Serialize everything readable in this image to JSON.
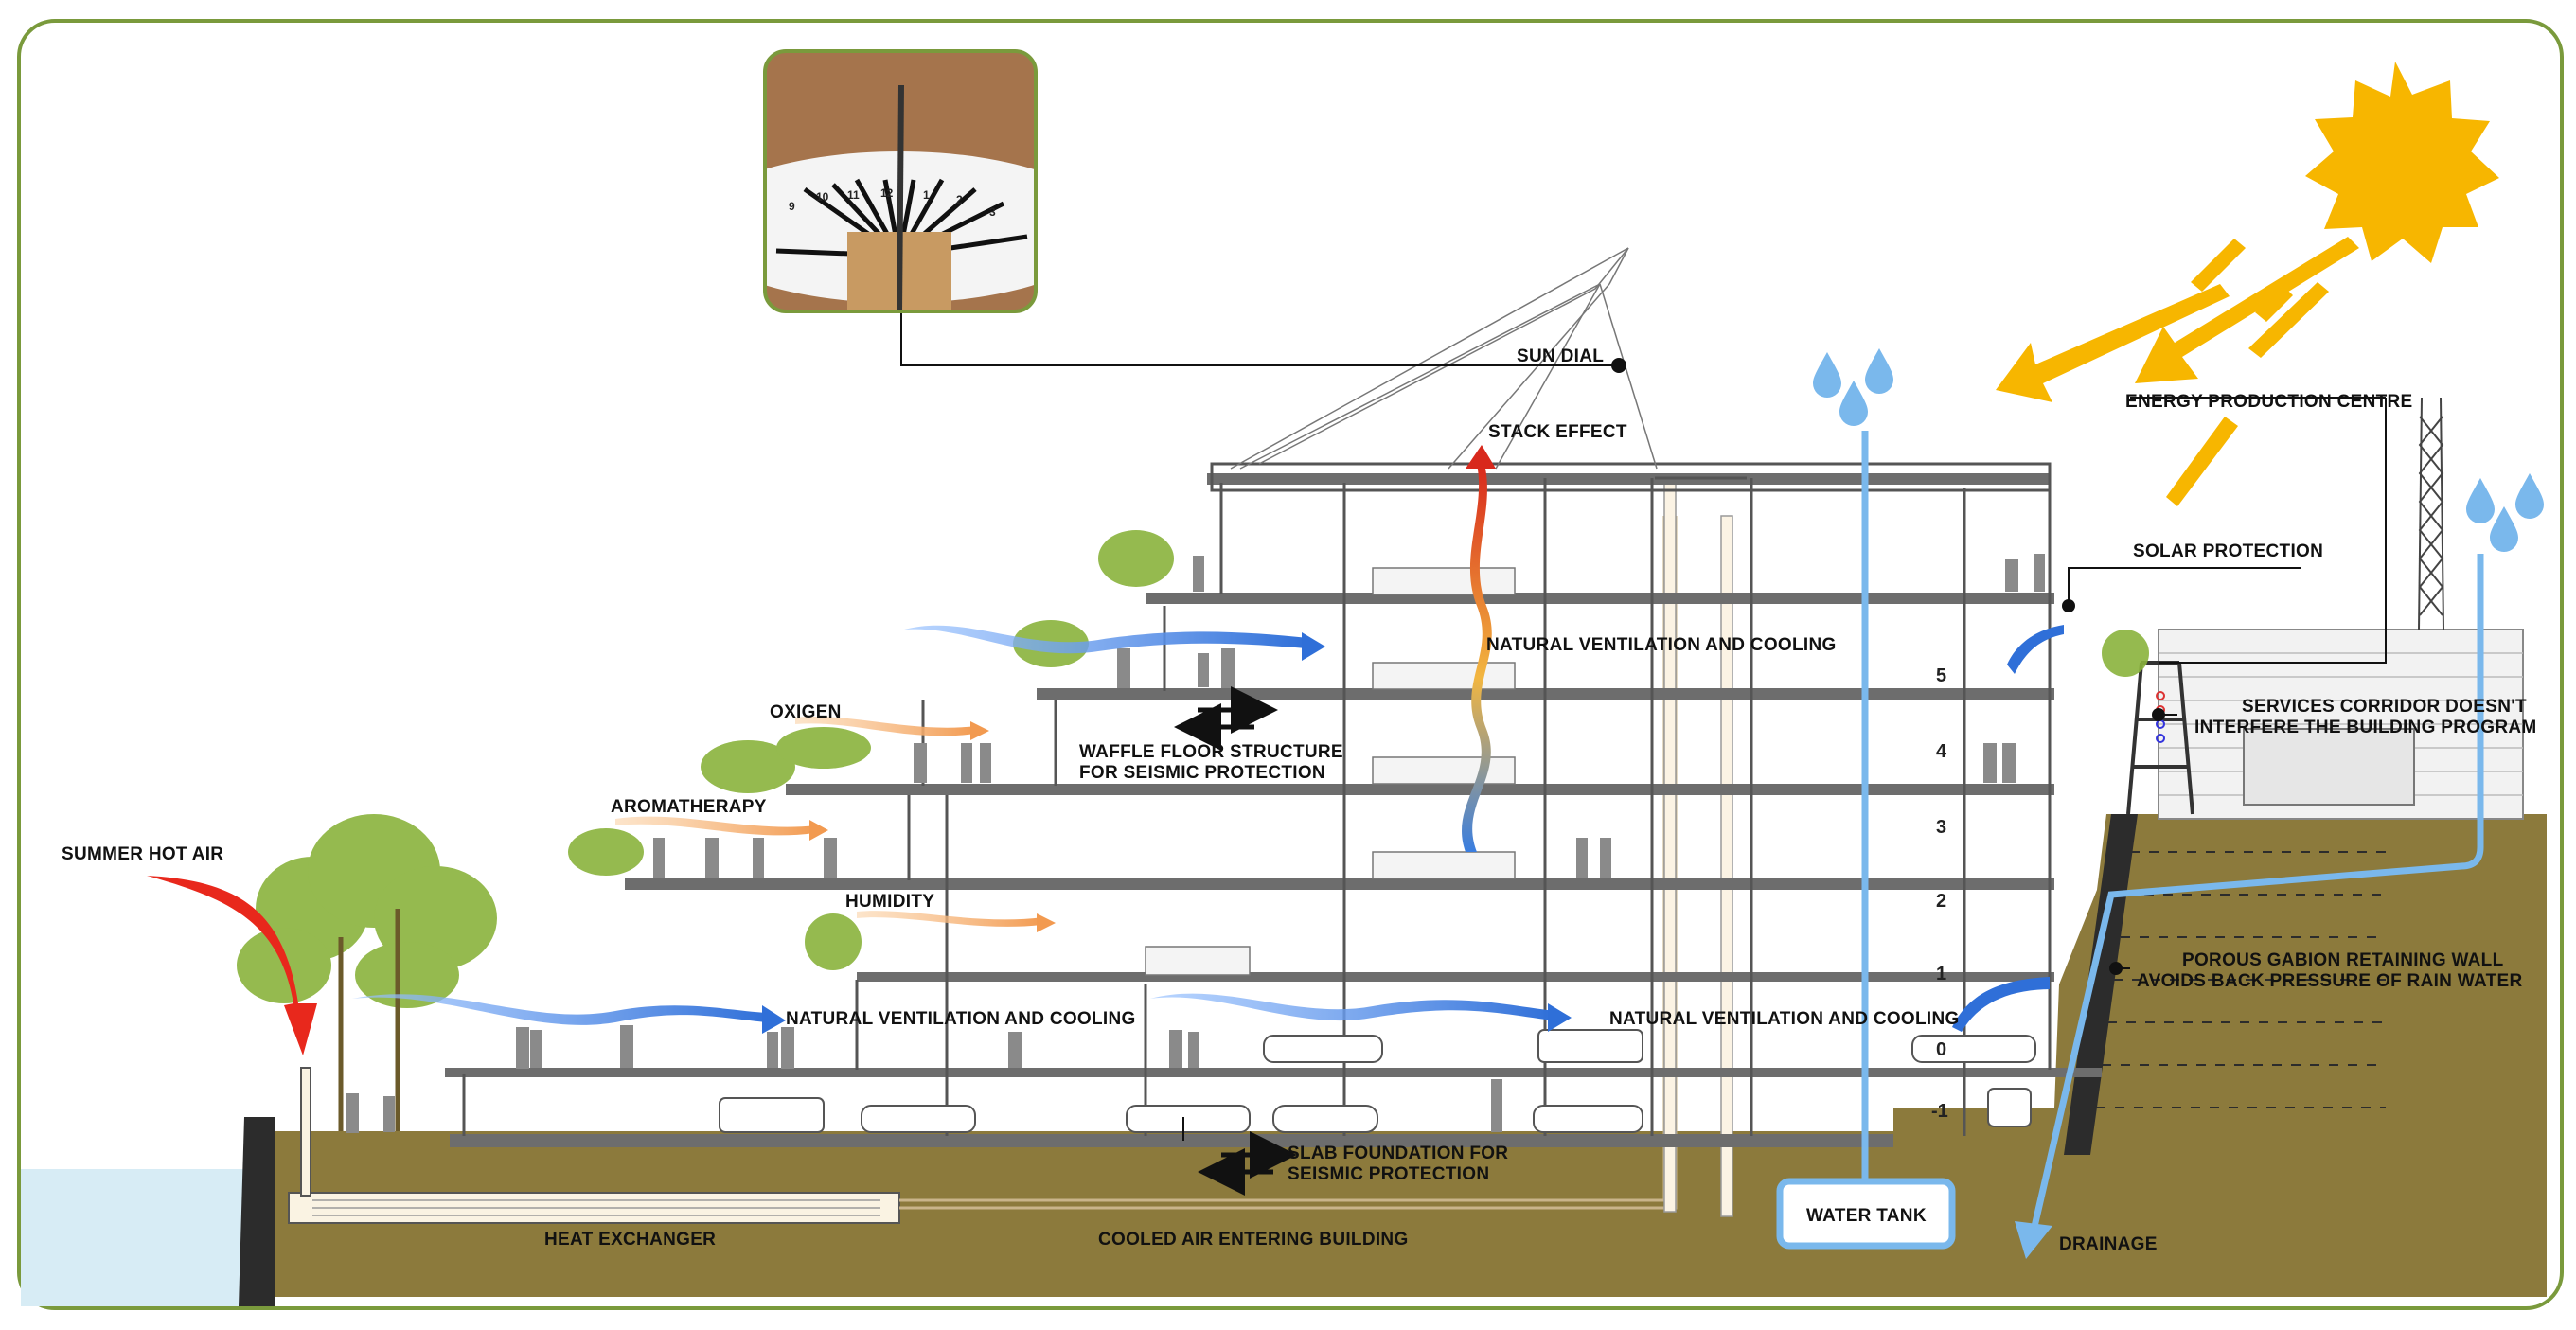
{
  "labels": {
    "summer_hot_air": "SUMMER HOT AIR",
    "aromatherapy": "AROMATHERAPY",
    "oxigen": "OXIGEN",
    "humidity": "HUMIDITY",
    "waffle_line1": "WAFFLE FLOOR STRUCTURE",
    "waffle_line2": "FOR SEISMIC PROTECTION",
    "sun_dial": "SUN DIAL",
    "stack_effect": "STACK EFFECT",
    "natural_vent_top": "NATURAL VENTILATION AND COOLING",
    "natural_vent_left": "NATURAL VENTILATION AND COOLING",
    "natural_vent_right": "NATURAL VENTILATION AND COOLING",
    "energy_centre": "ENERGY PRODUCTION CENTRE",
    "solar_protection": "SOLAR PROTECTION",
    "services_line1": "SERVICES CORRIDOR DOESN'T",
    "services_line2": "INTERFERE THE BUILDING PROGRAM",
    "gabion_line1": "POROUS GABION RETAINING WALL",
    "gabion_line2": "AVOIDS BACK PRESSURE OF RAIN WATER",
    "slab_line1": "SLAB FOUNDATION FOR",
    "slab_line2": "SEISMIC PROTECTION",
    "heat_exchanger": "HEAT EXCHANGER",
    "cooled_air": "COOLED AIR ENTERING BUILDING",
    "water_tank": "WATER TANK",
    "drainage": "DRAINAGE"
  },
  "floor_numbers": [
    "5",
    "4",
    "3",
    "2",
    "1",
    "0",
    "-1"
  ],
  "sundial_hours": [
    "9",
    "10",
    "11",
    "12",
    "1",
    "2",
    "3"
  ],
  "colors": {
    "frame": "#7a9a3c",
    "ground": "#8c7a3c",
    "sun": "#f7b600",
    "water": "#7ab8ec",
    "hot_air": "#e8281c",
    "breeze": "#3a7ee0",
    "warm_breeze": "#f4a460",
    "structure": "#555555",
    "foliage": "#8ab33c"
  }
}
